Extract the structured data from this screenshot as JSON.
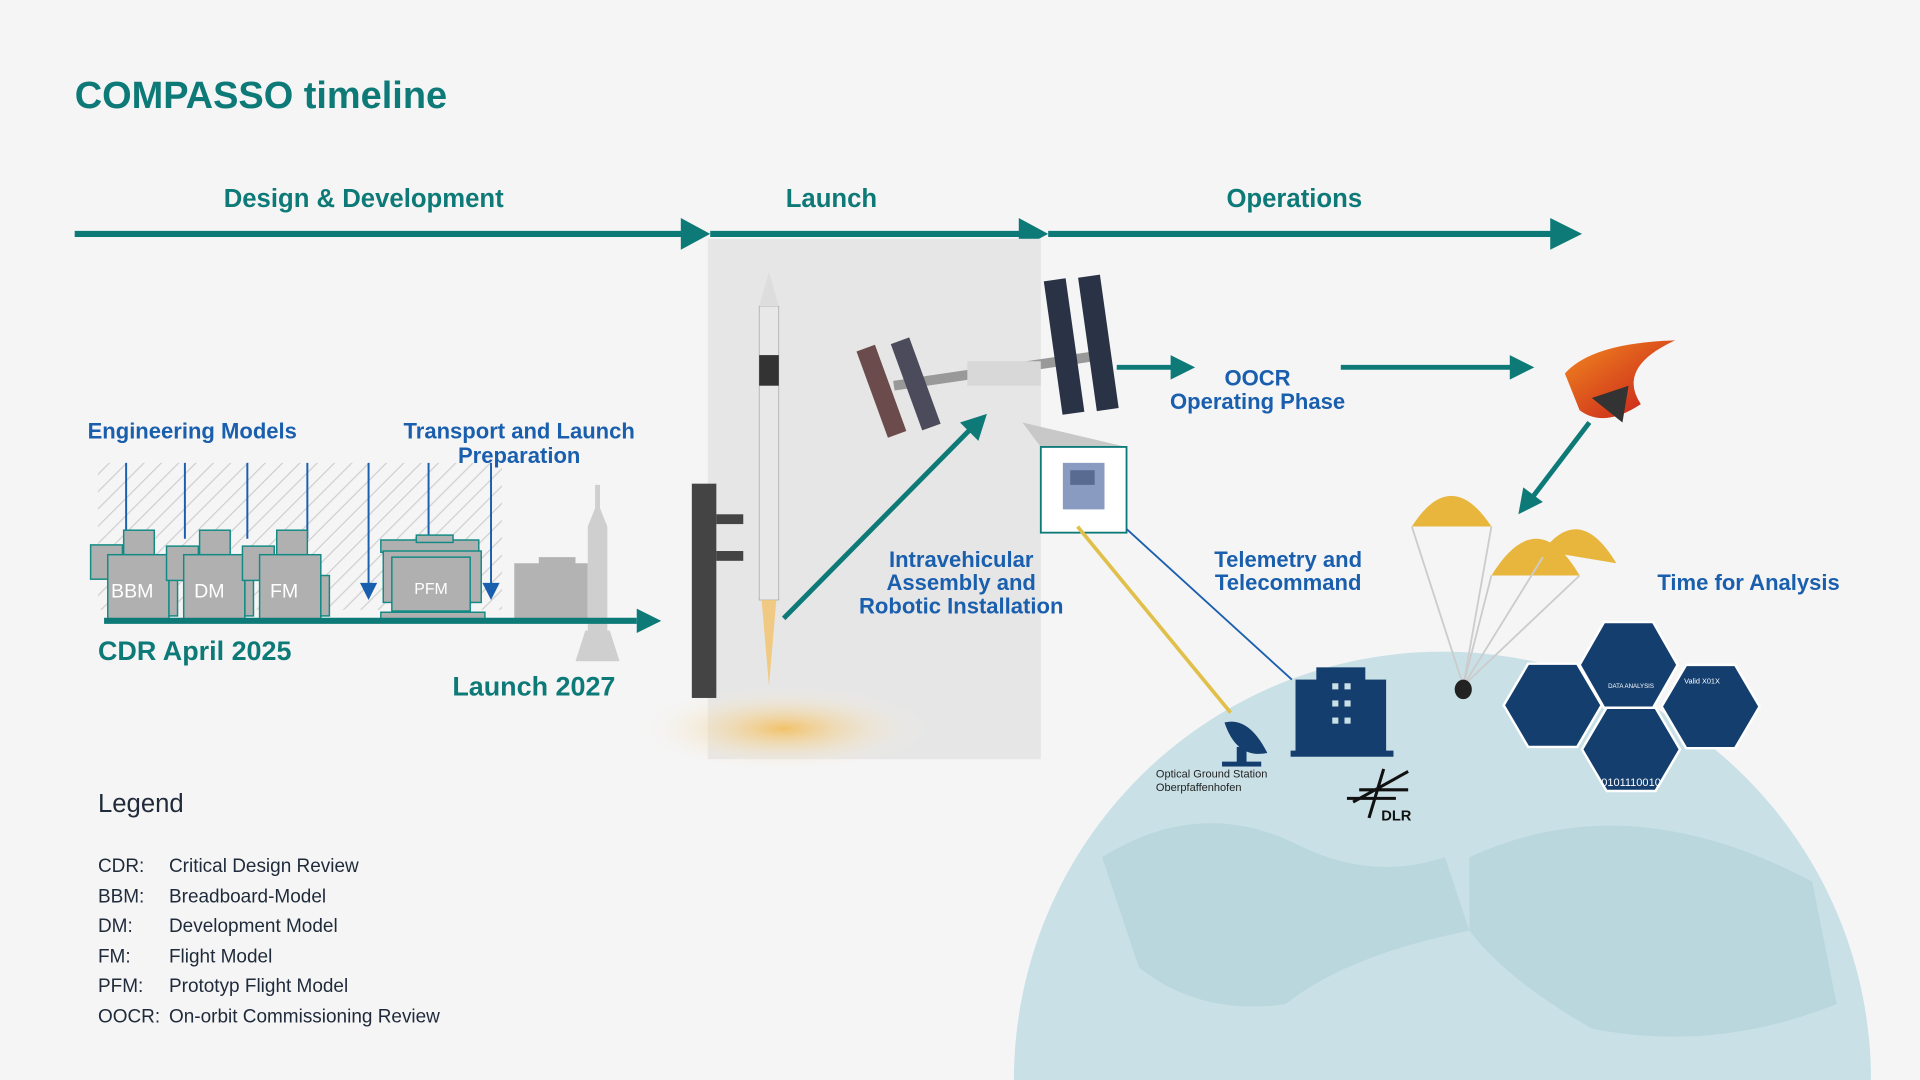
{
  "title": "COMPASSO timeline",
  "phases": [
    {
      "label": "Design & Development"
    },
    {
      "label": "Launch"
    },
    {
      "label": "Operations"
    }
  ],
  "labels": {
    "engineering_models": "Engineering Models",
    "transport_line1": "Transport and Launch",
    "transport_line2": "Preparation",
    "cdr": "CDR April 2025",
    "launch_date": "Launch 2027",
    "intravehicular_line1": "Intravehicular",
    "intravehicular_line2": "Assembly and",
    "intravehicular_line3": "Robotic Installation",
    "oocr_line1": "OOCR",
    "oocr_line2": "Operating Phase",
    "telemetry_line1": "Telemetry and",
    "telemetry_line2": "Telecommand",
    "analysis": "Time for Analysis",
    "ogs_line1": "Optical Ground Station",
    "ogs_line2": "Oberpfaffenhofen",
    "dlr": "DLR",
    "data_analysis": "DATA ANALYSIS",
    "valid": "Valid X01X",
    "binary": "0101110010"
  },
  "models": [
    "BBM",
    "DM",
    "FM",
    "PFM"
  ],
  "legend": {
    "title": "Legend",
    "items": [
      {
        "abbr": "CDR:",
        "text": "Critical Design Review"
      },
      {
        "abbr": "BBM:",
        "text": "Breadboard-Model"
      },
      {
        "abbr": "DM:",
        "text": "Development Model"
      },
      {
        "abbr": "FM:",
        "text": "Flight Model"
      },
      {
        "abbr": "PFM:",
        "text": "Prototyp Flight Model"
      },
      {
        "abbr": "OOCR:",
        "text": "On-orbit Commissioning Review"
      }
    ]
  },
  "colors": {
    "teal": "#0e7a78",
    "blue": "#1a5fae",
    "navy": "#143e6e"
  }
}
